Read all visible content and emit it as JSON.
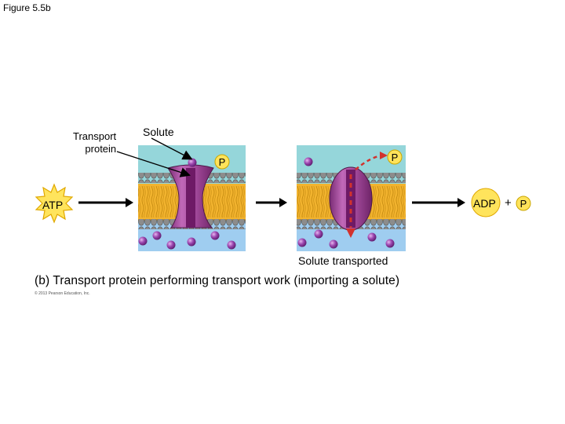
{
  "figure_label": "Figure 5.5b",
  "labels": {
    "transport_protein_line1": "Transport",
    "transport_protein_line2": "protein",
    "solute": "Solute",
    "solute_transported": "Solute transported",
    "atp": "ATP",
    "adp": "ADP",
    "plus": "+",
    "phosphate": "P"
  },
  "caption": "(b) Transport protein performing transport work (importing a solute)",
  "copyright": "© 2013 Pearson Education, Inc.",
  "colors": {
    "outside": "#95d6da",
    "inside": "#9fcdf0",
    "lipid_tail": "#f2b32e",
    "lipid_head": "#8c8c8c",
    "protein": "#a34a9b",
    "protein_channel": "#6e1a66",
    "solute": "#8b3a9e",
    "phosphate": "#ffe35a",
    "atp_star": "#ffe45c",
    "arrow": "#000000",
    "dashed_arrow": "#d2322d"
  }
}
